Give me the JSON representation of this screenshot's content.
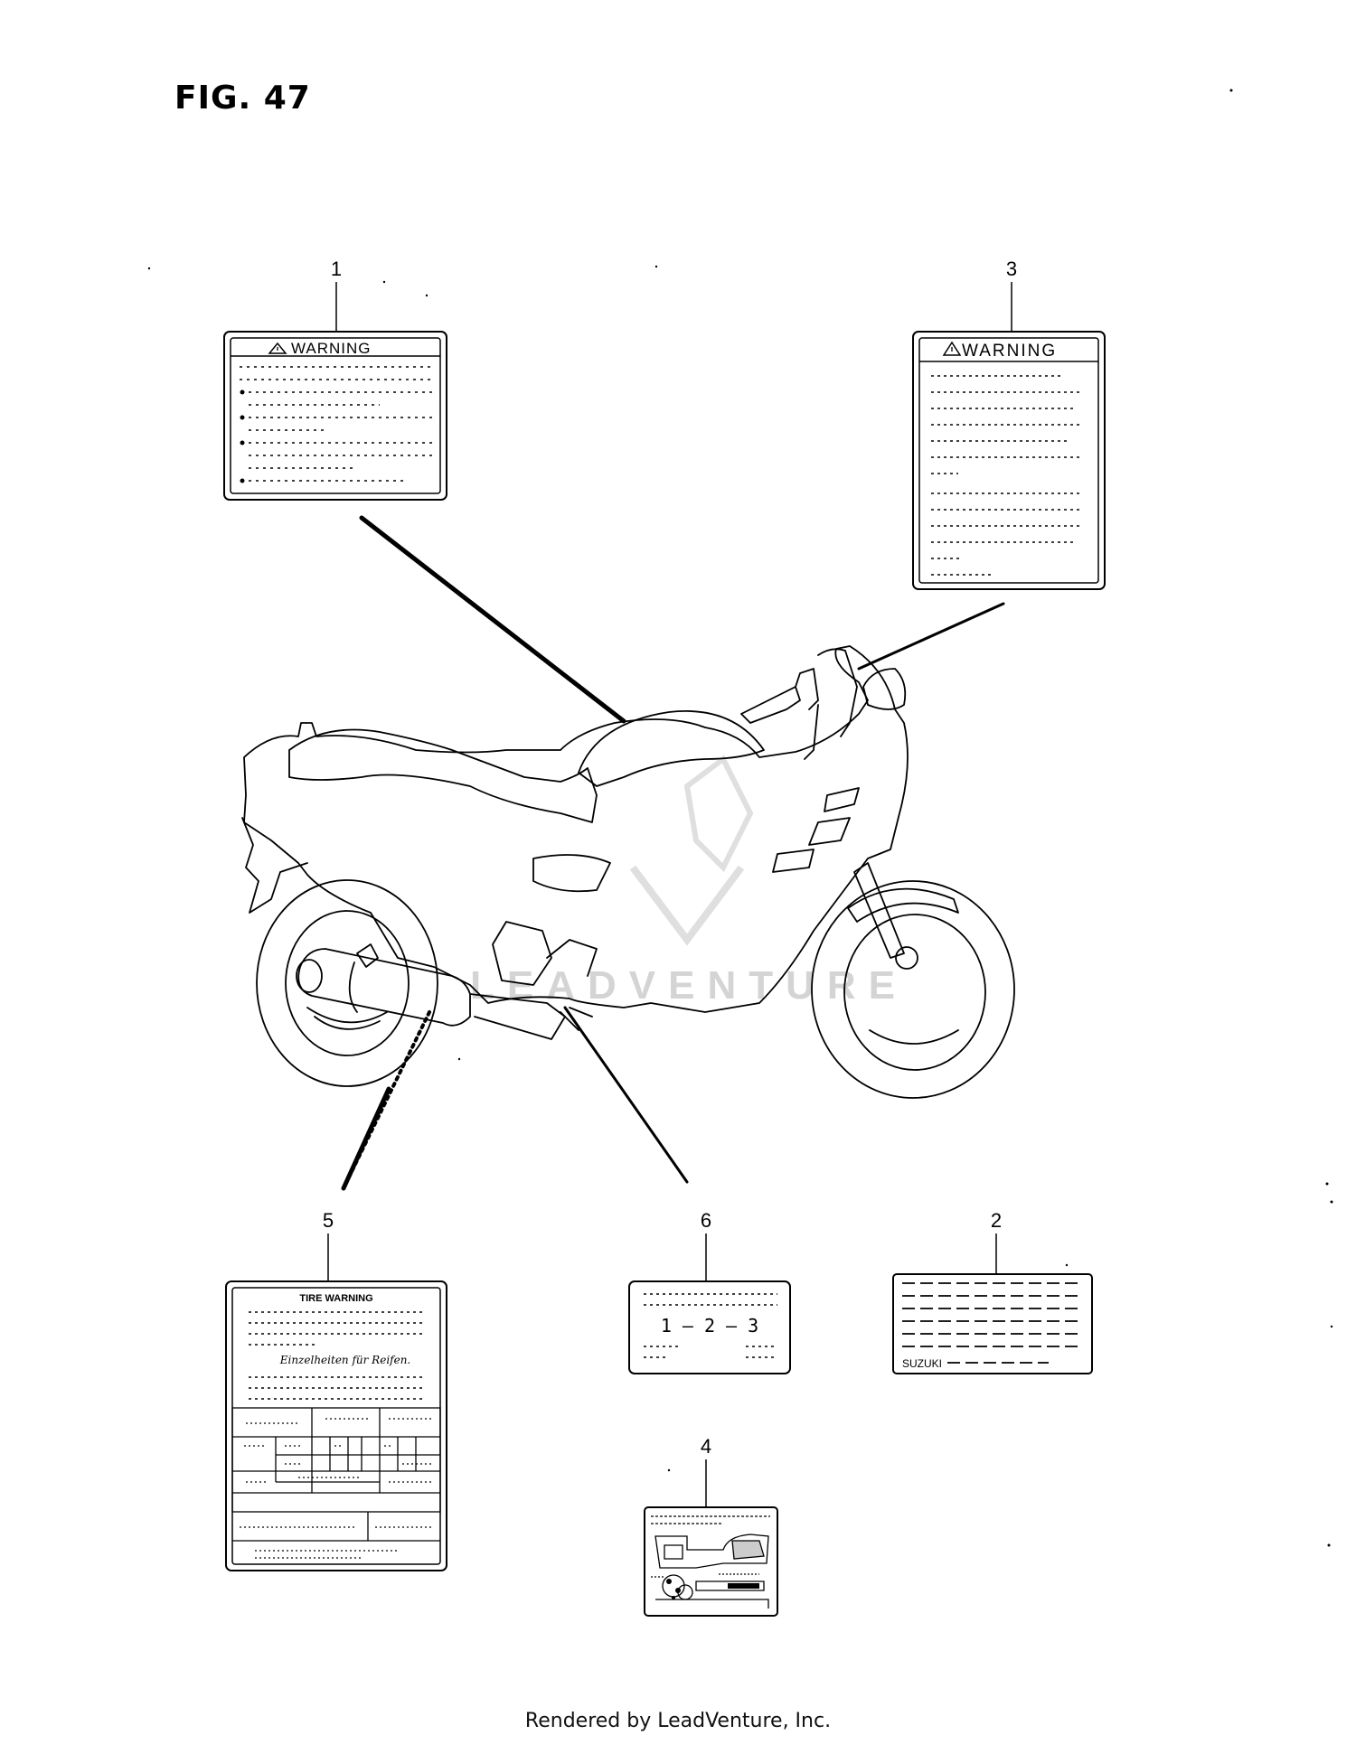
{
  "figure": {
    "title": "FIG. 47"
  },
  "footer": {
    "text": "Rendered by LeadVenture, Inc."
  },
  "watermark": {
    "text": "LEADVENTURE",
    "color": "#d0d0d0"
  },
  "callouts": [
    {
      "number": "1",
      "label_text": "WARNING"
    },
    {
      "number": "3",
      "label_text": "WARNING"
    },
    {
      "number": "5",
      "label_text": "TIRE WARNING",
      "label_script": "Einzelheiten für Reifen."
    },
    {
      "number": "6",
      "label_text": "1 – 2 – 3"
    },
    {
      "number": "2",
      "label_text": "SUZUKI"
    },
    {
      "number": "4"
    }
  ],
  "icons": [
    "warning-triangle-icon"
  ]
}
